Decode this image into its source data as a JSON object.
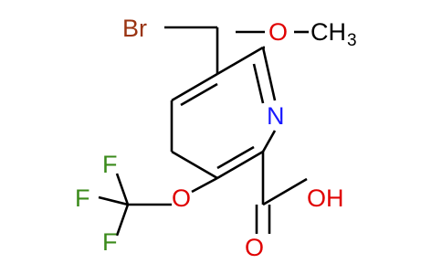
{
  "molecule": {
    "atoms": {
      "br": "Br",
      "o_methoxy": "O",
      "methyl_c": "CH",
      "methyl_sub": "3",
      "n_ring": "N",
      "o_ether": "O",
      "f1": "F",
      "f2": "F",
      "f3": "F",
      "o_carbonyl": "O",
      "oh": "OH"
    },
    "colors": {
      "bond": "#000000",
      "carbon": "#000000",
      "heteroatom_oxygen": "#e00000",
      "heteroatom_nitrogen": "#1a1aff",
      "halogen_bromine": "#9a3412",
      "halogen_fluorine": "#3a8a1a"
    }
  }
}
